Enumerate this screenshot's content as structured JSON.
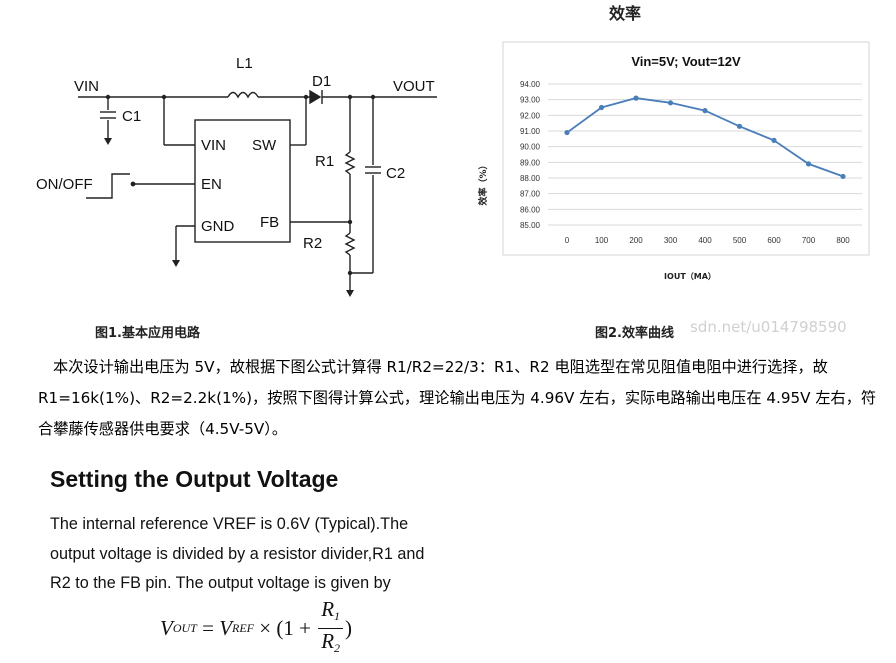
{
  "figure1": {
    "caption": "图1.基本应用电路",
    "labels": {
      "L1": "L1",
      "D1": "D1",
      "VIN": "VIN",
      "VOUT": "VOUT",
      "C1": "C1",
      "C2": "C2",
      "R1": "R1",
      "R2": "R2",
      "ON_OFF": "ON/OFF",
      "pin_VIN": "VIN",
      "pin_SW": "SW",
      "pin_EN": "EN",
      "pin_GND": "GND",
      "pin_FB": "FB"
    }
  },
  "figure2": {
    "caption": "图2.效率曲线",
    "watermark": "sdn.net/u014798590"
  },
  "chart_data": {
    "type": "line",
    "title": "效率",
    "subtitle": "Vin=5V; Vout=12V",
    "xlabel": "IOUT（MA）",
    "ylabel": "效率（%）",
    "x": [
      0,
      100,
      200,
      300,
      400,
      500,
      600,
      700,
      800
    ],
    "x_tick_labels": [
      "0",
      "100",
      "200",
      "300",
      "400",
      "500",
      "600",
      "700",
      "800"
    ],
    "y_tick_labels": [
      "85.00",
      "86.00",
      "87.00",
      "88.00",
      "89.00",
      "90.00",
      "91.00",
      "92.00",
      "93.00",
      "94.00"
    ],
    "ylim": [
      85,
      94
    ],
    "grid": true,
    "series_color": "#4a7ebb",
    "series": [
      {
        "values": [
          90.9,
          92.5,
          93.1,
          92.8,
          92.3,
          91.3,
          90.4,
          88.9,
          88.1
        ]
      }
    ]
  },
  "body": {
    "paragraph_cn": "本次设计输出电压为 5V，故根据下图公式计算得 R1/R2=22/3：R1、R2 电阻选型在常见阻值电阻中进行选择，故 R1=16k(1%)、R2=2.2k(1%)，按照下图得计算公式，理论输出电压为 4.96V 左右，实际电路输出电压在 4.95V 左右，符合攀藤传感器供电要求（4.5V-5V）。",
    "section_title": "Setting the Output Voltage",
    "section_lines": [
      "The internal reference VREF is 0.6V (Typical).The",
      "output voltage is divided by a resistor divider,R1 and",
      "R2 to the FB pin. The output voltage is given by"
    ]
  },
  "formula": {
    "vout": "V",
    "vout_sub": "OUT",
    "equals": " = ",
    "vref": "V",
    "vref_sub": "REF",
    "times": " × (1 + ",
    "num": "R",
    "num_sub": "1",
    "den": "R",
    "den_sub": "2",
    "close": ")"
  }
}
